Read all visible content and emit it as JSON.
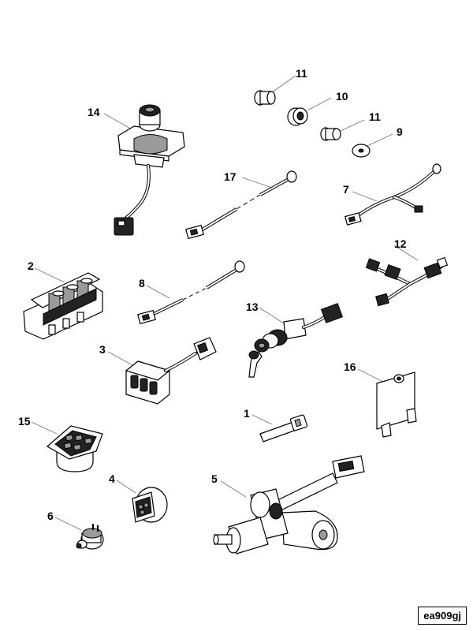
{
  "diagram": {
    "callouts": {
      "c1": "1",
      "c2": "2",
      "c3": "3",
      "c4": "4",
      "c5": "5",
      "c6": "6",
      "c7": "7",
      "c8": "8",
      "c9": "9",
      "c10": "10",
      "c11a": "11",
      "c11b": "11",
      "c12": "12",
      "c13": "13",
      "c14": "14",
      "c15": "15",
      "c16": "16",
      "c17": "17"
    },
    "reference_code": "ea909gj"
  }
}
